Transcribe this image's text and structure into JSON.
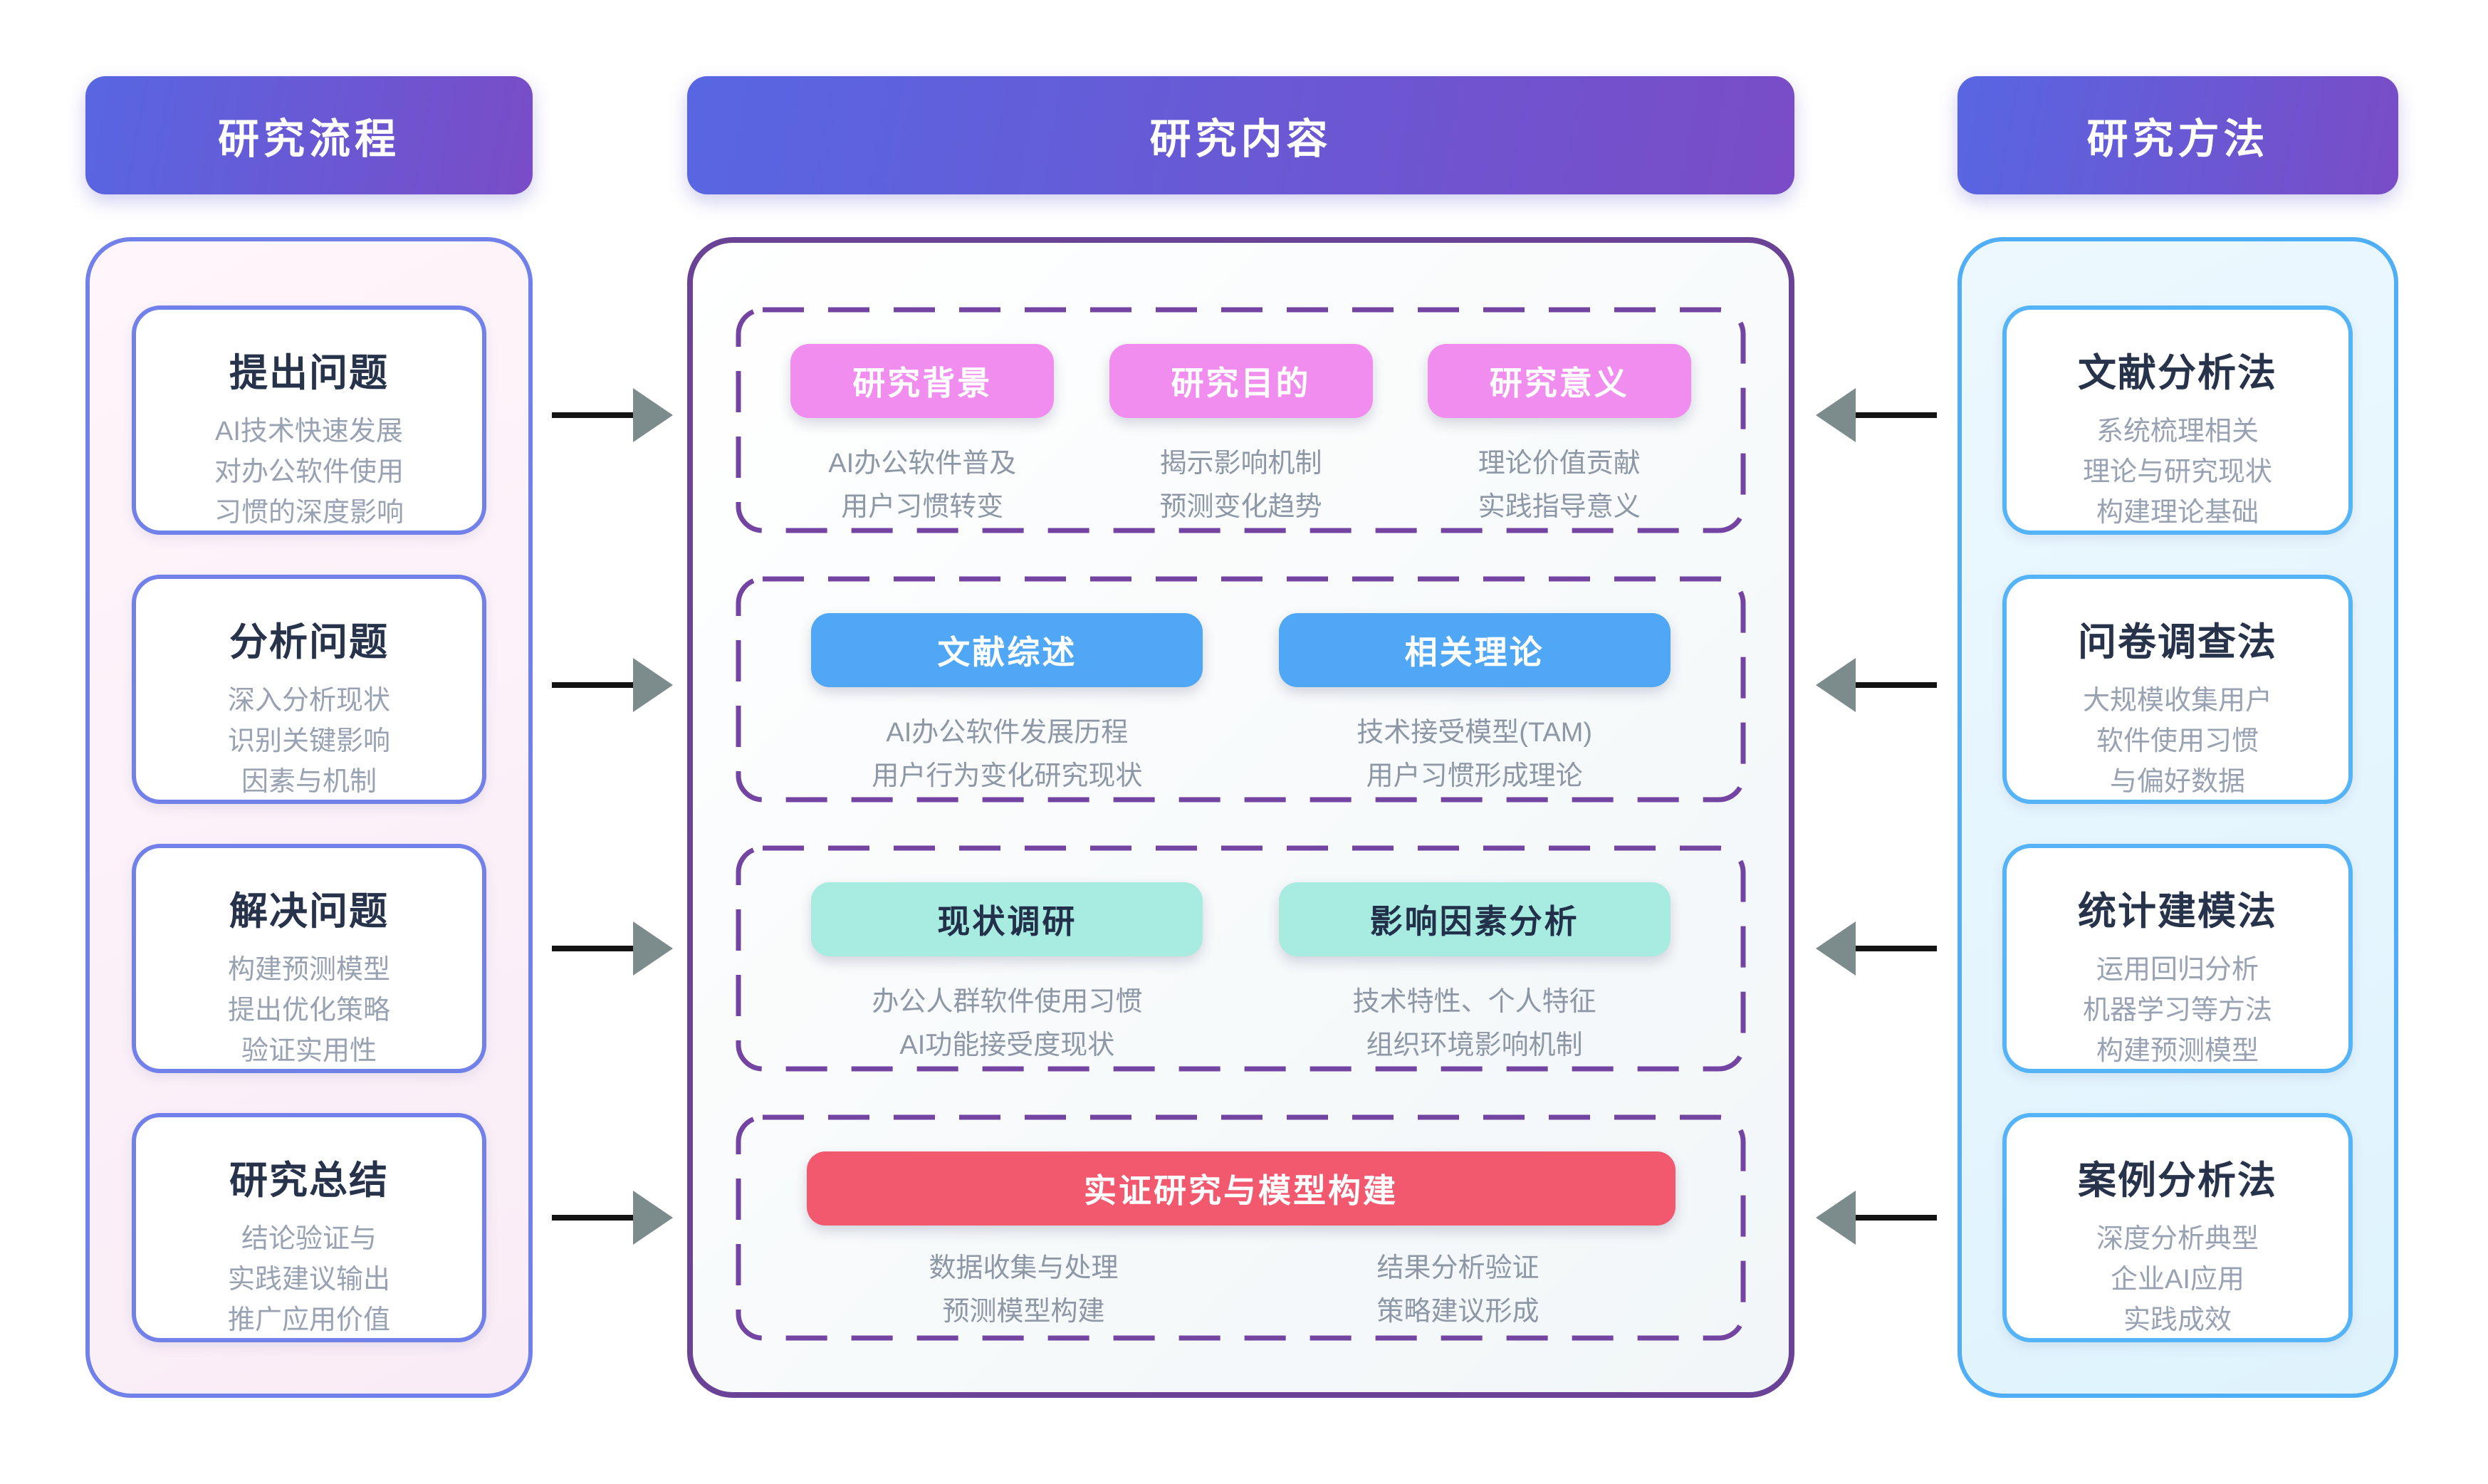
{
  "colors": {
    "header_gradient_start": "#5866E2",
    "header_gradient_end": "#7A4CC7",
    "process_border": "#7280EA",
    "content_border": "#6A4397",
    "content_dashed_border": "#7444A3",
    "methods_border": "#4FAEF6",
    "pill_pink": "#F08DEE",
    "pill_blue": "#4FA7F5",
    "pill_teal": "#A8EBE0",
    "pill_red": "#F2596F",
    "arrow_line": "#141414",
    "arrow_head": "#7C8C8C",
    "title_text": "#27334A",
    "caption_text": "#98A2B3"
  },
  "headers": {
    "process": "研究流程",
    "content": "研究内容",
    "methods": "研究方法"
  },
  "process": {
    "boxes": [
      {
        "title": "提出问题",
        "caption": "AI技术快速发展\n对办公软件使用\n习惯的深度影响"
      },
      {
        "title": "分析问题",
        "caption": "深入分析现状\n识别关键影响\n因素与机制"
      },
      {
        "title": "解决问题",
        "caption": "构建预测模型\n提出优化策略\n验证实用性"
      },
      {
        "title": "研究总结",
        "caption": "结论验证与\n实践建议输出\n推广应用价值"
      }
    ]
  },
  "content": {
    "sections": [
      {
        "items": [
          {
            "label": "研究背景",
            "caption": "AI办公软件普及\n用户习惯转变"
          },
          {
            "label": "研究目的",
            "caption": "揭示影响机制\n预测变化趋势"
          },
          {
            "label": "研究意义",
            "caption": "理论价值贡献\n实践指导意义"
          }
        ]
      },
      {
        "items": [
          {
            "label": "文献综述",
            "caption": "AI办公软件发展历程\n用户行为变化研究现状"
          },
          {
            "label": "相关理论",
            "caption": "技术接受模型(TAM)\n用户习惯形成理论"
          }
        ]
      },
      {
        "items": [
          {
            "label": "现状调研",
            "caption": "办公人群软件使用习惯\nAI功能接受度现状"
          },
          {
            "label": "影响因素分析",
            "caption": "技术特性、个人特征\n组织环境影响机制"
          }
        ]
      },
      {
        "banner": "实证研究与模型构建",
        "captions": [
          "数据收集与处理\n预测模型构建",
          "结果分析验证\n策略建议形成"
        ]
      }
    ]
  },
  "methods": {
    "boxes": [
      {
        "title": "文献分析法",
        "caption": "系统梳理相关\n理论与研究现状\n构建理论基础"
      },
      {
        "title": "问卷调查法",
        "caption": "大规模收集用户\n软件使用习惯\n与偏好数据"
      },
      {
        "title": "统计建模法",
        "caption": "运用回归分析\n机器学习等方法\n构建预测模型"
      },
      {
        "title": "案例分析法",
        "caption": "深度分析典型\n企业AI应用\n实践成效"
      }
    ]
  }
}
